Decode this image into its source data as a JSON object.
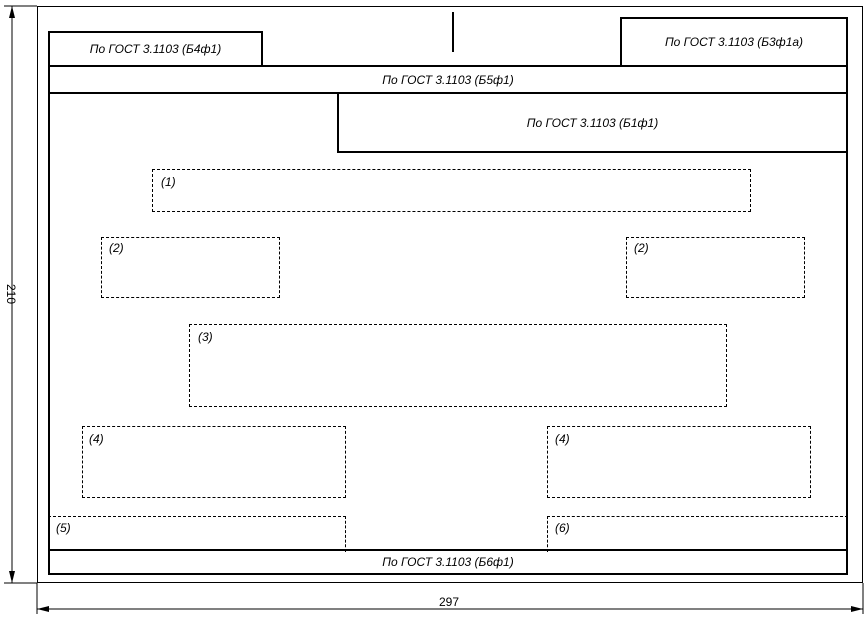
{
  "dimensions": {
    "width_label": "297",
    "height_label": "210"
  },
  "header": {
    "b4f1": "По ГОСТ 3.1103 (Б4ф1)",
    "b3f1a": "По ГОСТ 3.1103 (Б3ф1а)",
    "b5f1": "По ГОСТ 3.1103 (Б5ф1)",
    "b1f1": "По ГОСТ 3.1103 (Б1ф1)"
  },
  "footer": {
    "b6f1": "По ГОСТ 3.1103 (Б6ф1)"
  },
  "zones": {
    "z1": "(1)",
    "z2_left": "(2)",
    "z2_right": "(2)",
    "z3": "(3)",
    "z4_left": "(4)",
    "z4_right": "(4)",
    "z5": "(5)",
    "z6": "(6)"
  }
}
